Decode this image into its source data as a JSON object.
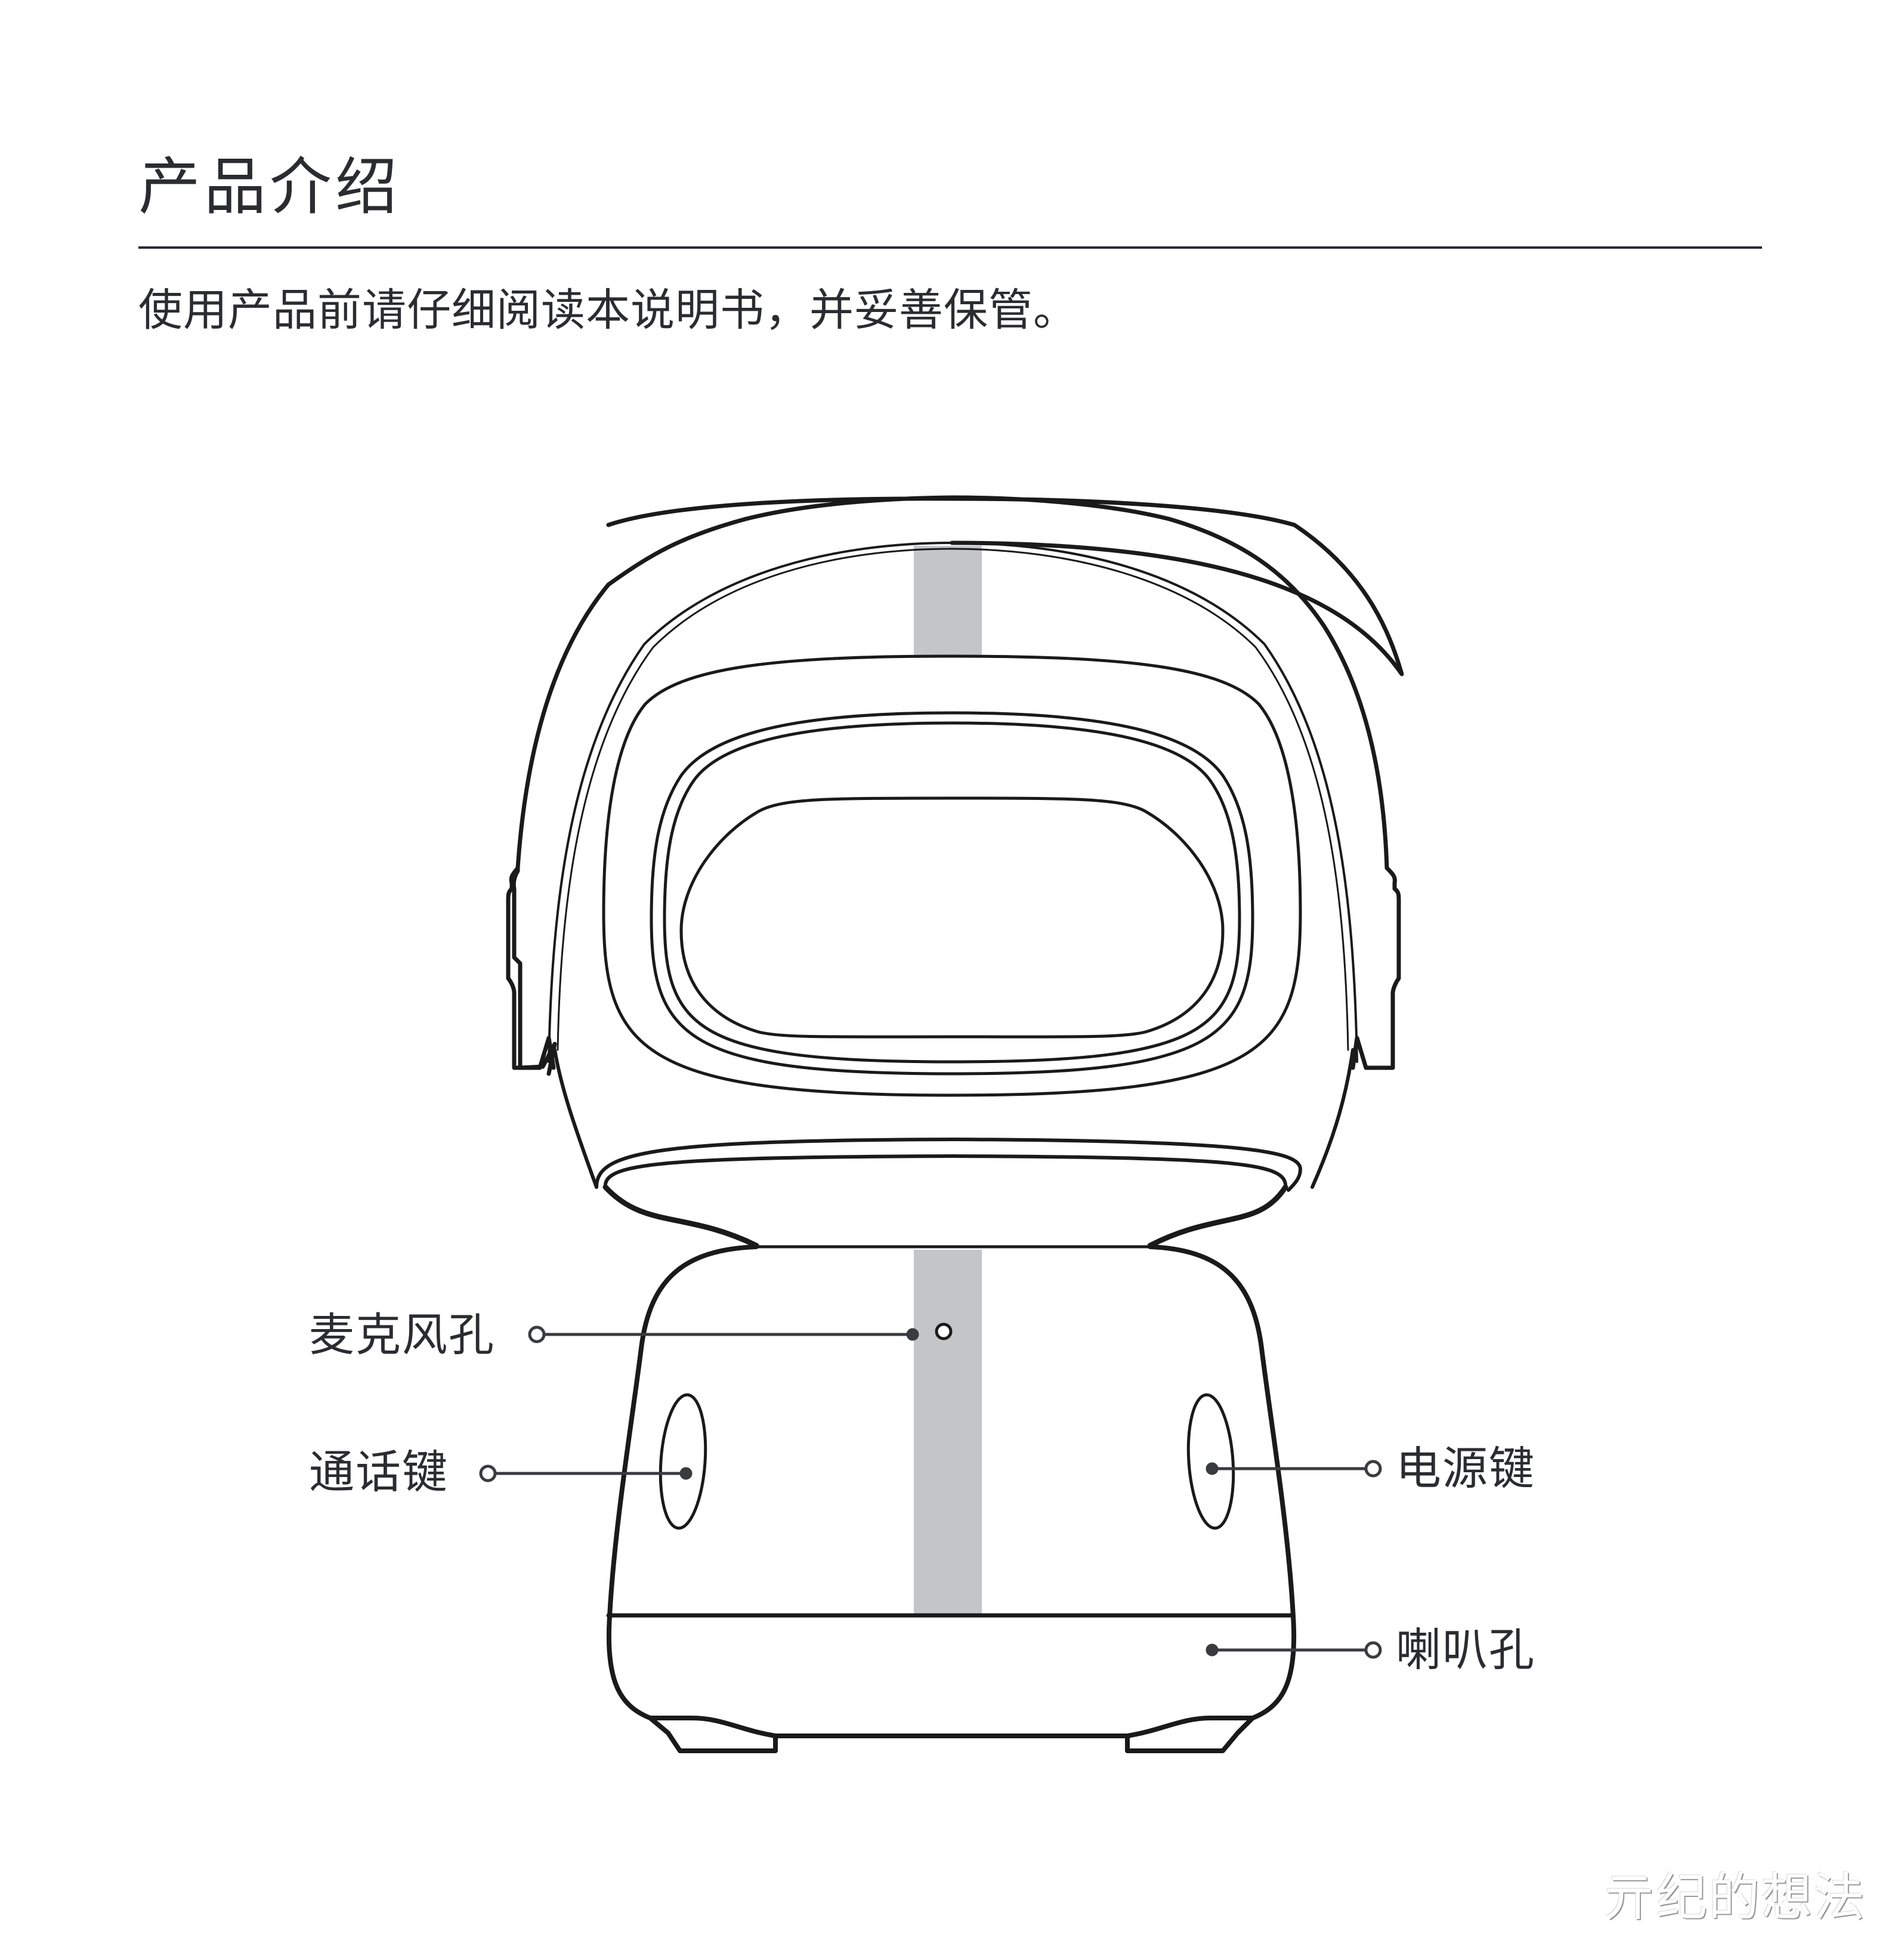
{
  "page": {
    "title": "产品介绍",
    "subtitle": "使用产品前请仔细阅读本说明书，并妥善保管。"
  },
  "diagram": {
    "subject": "robot-camera-front-view",
    "accent_stripe_color": "#c4c5c7",
    "line_color": "#1a1a1a",
    "callouts": [
      {
        "id": "mic",
        "label": "麦克风孔",
        "side": "left"
      },
      {
        "id": "call",
        "label": "通话键",
        "side": "left"
      },
      {
        "id": "power",
        "label": "电源键",
        "side": "right"
      },
      {
        "id": "speaker",
        "label": "喇叭孔",
        "side": "right"
      }
    ]
  },
  "watermark": {
    "text": "亓纪的想法"
  }
}
